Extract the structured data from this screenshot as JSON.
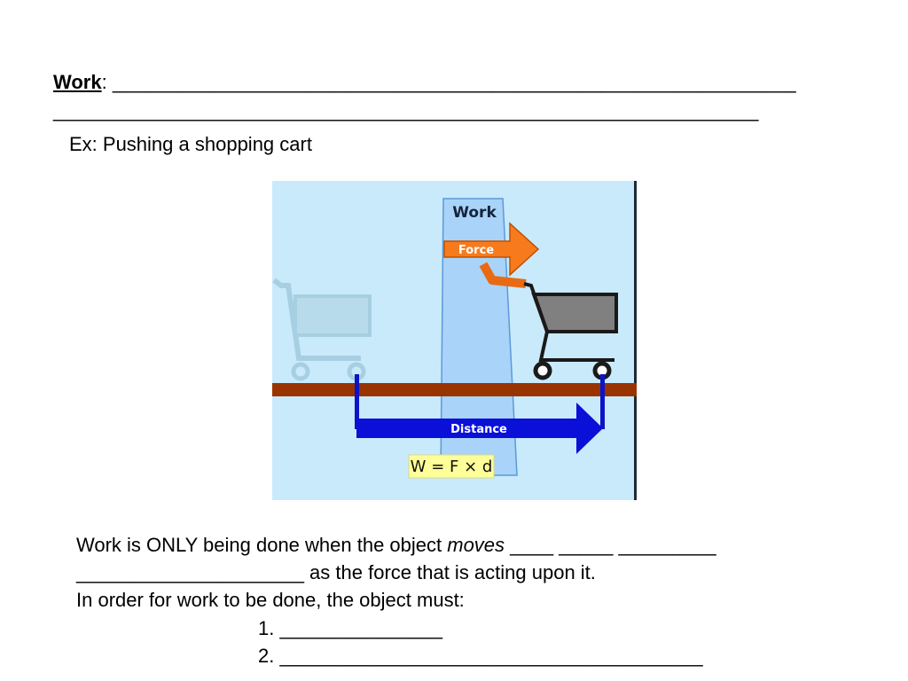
{
  "heading": {
    "term": "Work",
    "colon": ": ",
    "blank_a": "_______________________________________________________________",
    "blank_b": "_________________________________________________________________"
  },
  "example": "Ex: Pushing a shopping cart",
  "diagram": {
    "work_label": "Work",
    "force_label": "Force",
    "distance_label": "Distance",
    "formula": "W = F × d"
  },
  "body": {
    "line1_pre": "Work is ONLY being done when the object ",
    "line1_em": "moves",
    "line1_post": " ____ _____ _________",
    "line2": "_____________________ as the force that is acting upon it.",
    "line3": "In order for work to be done, the object must:",
    "item1": "1. _______________",
    "item2": "2. _______________________________________"
  }
}
